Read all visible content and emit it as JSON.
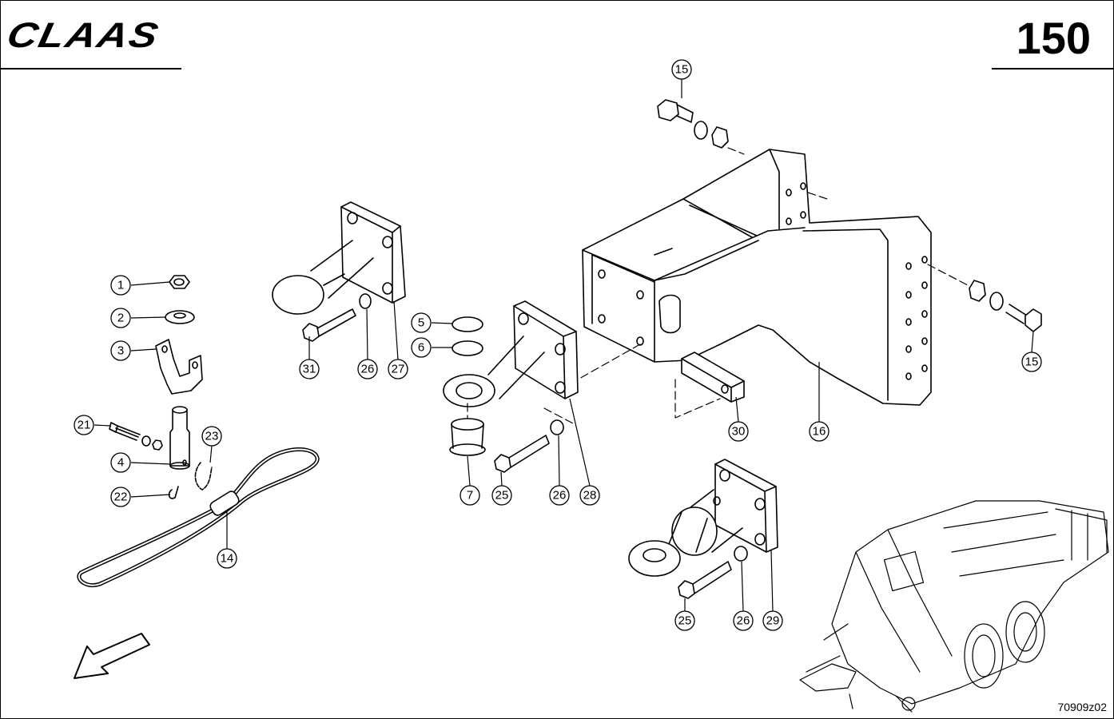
{
  "header": {
    "brand": "CLAAS",
    "page_number": "150"
  },
  "footer": {
    "drawing_ref": "70909z02"
  },
  "callouts": [
    {
      "id": "c1",
      "label": "1"
    },
    {
      "id": "c2",
      "label": "2"
    },
    {
      "id": "c3",
      "label": "3"
    },
    {
      "id": "c21",
      "label": "21"
    },
    {
      "id": "c4",
      "label": "4"
    },
    {
      "id": "c23",
      "label": "23"
    },
    {
      "id": "c22",
      "label": "22"
    },
    {
      "id": "c14",
      "label": "14"
    },
    {
      "id": "c31",
      "label": "31"
    },
    {
      "id": "c26a",
      "label": "26"
    },
    {
      "id": "c27",
      "label": "27"
    },
    {
      "id": "c5",
      "label": "5"
    },
    {
      "id": "c6",
      "label": "6"
    },
    {
      "id": "c7",
      "label": "7"
    },
    {
      "id": "c25a",
      "label": "25"
    },
    {
      "id": "c26b",
      "label": "26"
    },
    {
      "id": "c28",
      "label": "28"
    },
    {
      "id": "c15a",
      "label": "15"
    },
    {
      "id": "c15b",
      "label": "15"
    },
    {
      "id": "c30",
      "label": "30"
    },
    {
      "id": "c16",
      "label": "16"
    },
    {
      "id": "c25b",
      "label": "25"
    },
    {
      "id": "c26c",
      "label": "26"
    },
    {
      "id": "c29",
      "label": "29"
    }
  ]
}
